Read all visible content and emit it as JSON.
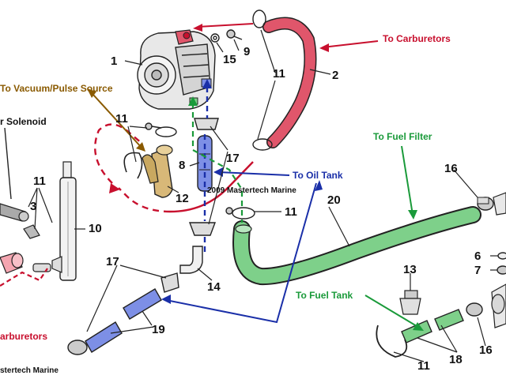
{
  "labels": {
    "carb_top": "To Carburetors",
    "vacuum": "To Vacuum/Pulse Source",
    "solenoid": "r Solenoid",
    "fuel_filter": "To Fuel Filter",
    "oil_tank": "To Oil Tank",
    "fuel_tank": "To Fuel Tank",
    "carb_bottom": "arburetors"
  },
  "watermarks": {
    "center": "2009 Mastertech Marine",
    "bottom": "stertech Marine"
  },
  "parts": {
    "p1": "1",
    "p2": "2",
    "p3": "3",
    "p6": "6",
    "p7": "7",
    "p8": "8",
    "p9": "9",
    "p10": "10",
    "p11": "11",
    "p12": "12",
    "p13": "13",
    "p14": "14",
    "p15": "15",
    "p16": "16",
    "p17": "17",
    "p18": "18",
    "p19": "19",
    "p20": "20"
  },
  "colors": {
    "red": "#c8102e",
    "red_hose": "#e0566b",
    "blue": "#1a2fa8",
    "blue_hose": "#7d8fe6",
    "green": "#1a9a3a",
    "green_hose": "#7ed08a",
    "brown": "#8a5a00",
    "tan": "#d8b878"
  }
}
